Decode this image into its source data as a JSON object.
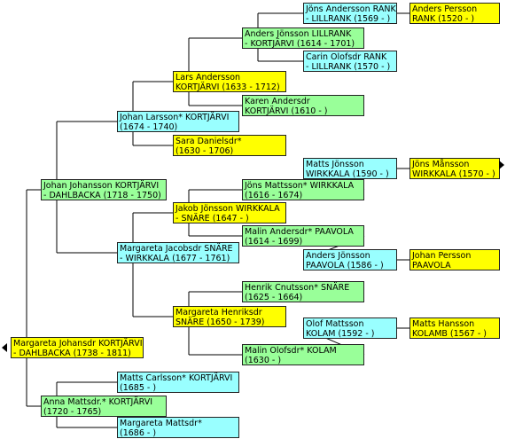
{
  "people": [
    {
      "id": "p1",
      "line1": "Margareta Johansdr KORTJÄRVI",
      "line2": "- DAHLBACKA (1738 - 1811)",
      "color": "yellow"
    },
    {
      "id": "p2",
      "line1": "Johan Johansson KORTJÄRVI",
      "line2": "- DAHLBACKA (1718 - 1750)",
      "color": "green"
    },
    {
      "id": "p3",
      "line1": "Anna Mattsdr.* KORTJÄRVI",
      "line2": "(1720 - 1765)",
      "color": "green"
    },
    {
      "id": "p4",
      "line1": "Johan Larsson* KORTJÄRVI",
      "line2": "(1674 - 1740)",
      "color": "cyan"
    },
    {
      "id": "p5",
      "line1": "Margareta Jacobsdr SNÄRE",
      "line2": "- WIRKKALA (1677 - 1761)",
      "color": "cyan"
    },
    {
      "id": "p6",
      "line1": "Matts Carlsson* KORTJÄRVI",
      "line2": "(1685 - )",
      "color": "cyan"
    },
    {
      "id": "p7",
      "line1": "Margareta Mattsdr*",
      "line2": "(1686 - )",
      "color": "cyan"
    },
    {
      "id": "p8",
      "line1": "Lars Andersson",
      "line2": "KORTJÄRVI (1633 - 1712)",
      "color": "yellow"
    },
    {
      "id": "p9",
      "line1": "Sara Danielsdr*",
      "line2": "(1630 - 1706)",
      "color": "yellow"
    },
    {
      "id": "p10",
      "line1": "Jakob Jönsson WIRKKALA",
      "line2": "- SNÄRE (1647 - )",
      "color": "yellow"
    },
    {
      "id": "p11",
      "line1": "Margareta Henriksdr",
      "line2": "SNÄRE (1650 - 1739)",
      "color": "yellow"
    },
    {
      "id": "p12",
      "line1": "Anders Jönsson LILLRANK",
      "line2": "- KORTJÄRVI (1614 - 1701)",
      "color": "green"
    },
    {
      "id": "p13",
      "line1": "Karen Andersdr",
      "line2": "KORTJÄRVI (1610 - )",
      "color": "green"
    },
    {
      "id": "p14",
      "line1": "Jöns Mattsson* WIRKKALA",
      "line2": "(1616 - 1674)",
      "color": "green"
    },
    {
      "id": "p15",
      "line1": "Malin Andersdr* PAAVOLA",
      "line2": "(1614 - 1699)",
      "color": "green"
    },
    {
      "id": "p16",
      "line1": "Henrik Cnutsson* SNÄRE",
      "line2": "(1625 - 1664)",
      "color": "green"
    },
    {
      "id": "p17",
      "line1": "Malin Olofsdr* KOLAM",
      "line2": "(1630 - )",
      "color": "green"
    },
    {
      "id": "p18",
      "line1": "Jöns Andersson RANK",
      "line2": "- LILLRANK (1569 - )",
      "color": "cyan"
    },
    {
      "id": "p19",
      "line1": "Carin Olofsdr RANK",
      "line2": "- LILLRANK (1570 - )",
      "color": "cyan"
    },
    {
      "id": "p20",
      "line1": "Matts Jönsson",
      "line2": "WIRKKALA (1590 - )",
      "color": "cyan"
    },
    {
      "id": "p21",
      "line1": "Anders Jönsson",
      "line2": "PAAVOLA (1586 - )",
      "color": "cyan"
    },
    {
      "id": "p22",
      "line1": "Olof Mattsson",
      "line2": "KOLAM (1592 - )",
      "color": "cyan"
    },
    {
      "id": "p23",
      "line1": "Anders Persson",
      "line2": "RANK (1520 - )",
      "color": "yellow"
    },
    {
      "id": "p24",
      "line1": "Jöns Månsson",
      "line2": "WIRKKALA (1570 - )",
      "color": "yellow"
    },
    {
      "id": "p25",
      "line1": "Johan Persson",
      "line2": "PAAVOLA",
      "color": "yellow"
    },
    {
      "id": "p26",
      "line1": "Matts Hansson",
      "line2": "KOLAMB (1567 - )",
      "color": "yellow"
    }
  ],
  "colors": {
    "yellow": "#ffff00",
    "green": "#99ff99",
    "cyan": "#99ffff",
    "line": "#000000"
  },
  "nav": {
    "left_arrow": "triangle-left-icon",
    "right_arrow": "triangle-right-icon"
  }
}
